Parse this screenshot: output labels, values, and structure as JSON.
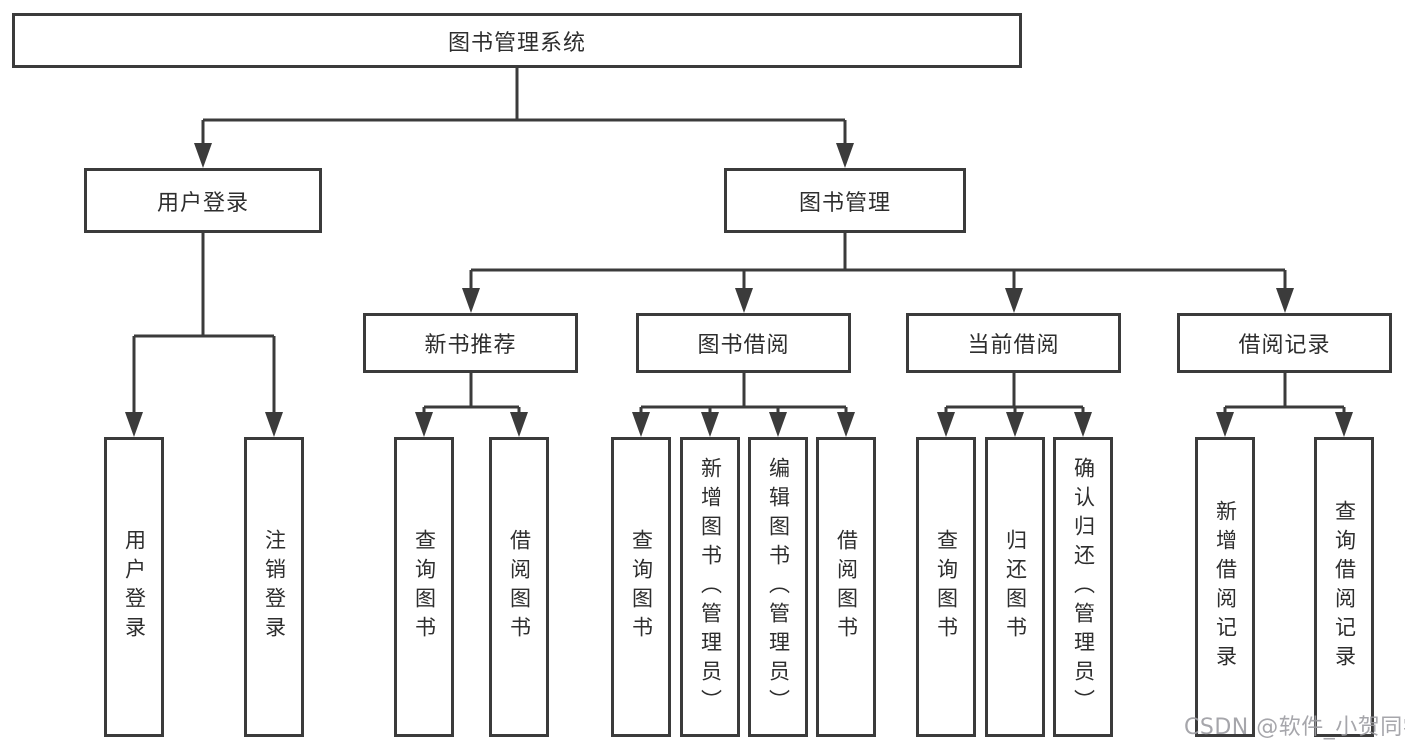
{
  "diagram": {
    "root": {
      "label": "图书管理系统"
    },
    "level2": [
      {
        "label": "用户登录"
      },
      {
        "label": "图书管理"
      }
    ],
    "level3": [
      {
        "label": "新书推荐"
      },
      {
        "label": "图书借阅"
      },
      {
        "label": "当前借阅"
      },
      {
        "label": "借阅记录"
      }
    ],
    "leaves": [
      {
        "label": "用户登录"
      },
      {
        "label": "注销登录"
      },
      {
        "label": "查询图书"
      },
      {
        "label": "借阅图书"
      },
      {
        "label": "查询图书"
      },
      {
        "label": "新增图书（管理员）"
      },
      {
        "label": "编辑图书（管理员）"
      },
      {
        "label": "借阅图书"
      },
      {
        "label": "查询图书"
      },
      {
        "label": "归还图书"
      },
      {
        "label": "确认归还（管理员）"
      },
      {
        "label": "新增借阅记录"
      },
      {
        "label": "查询借阅记录"
      }
    ]
  },
  "watermark": {
    "text": "CSDN @软件_小贺同学"
  },
  "colors": {
    "line": "#3b3b3b",
    "text": "#2e2e2e",
    "watermark": "#9d9da2",
    "background": "#ffffff"
  }
}
